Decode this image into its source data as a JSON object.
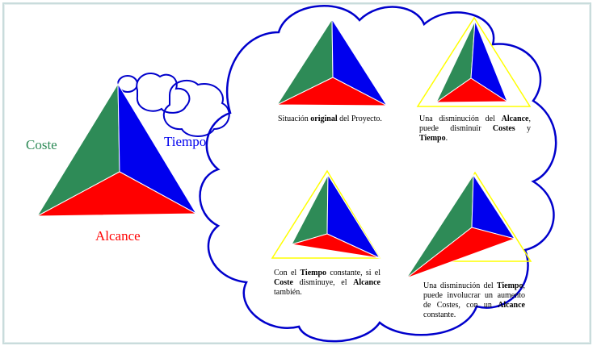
{
  "colors": {
    "cost": "#2e8b57",
    "time": "#0000ee",
    "scope": "#ff0000",
    "cloud": "#0000cc",
    "guide": "#ffff00",
    "frame": "#c9dcdc"
  },
  "main_labels": {
    "cost": "Coste",
    "time": "Tiempo",
    "scope": "Alcance"
  },
  "captions": {
    "original": {
      "parts": [
        {
          "text": "Situación ",
          "bold": false
        },
        {
          "text": "original",
          "bold": true
        },
        {
          "text": " del Proyecto.",
          "bold": false
        }
      ]
    },
    "scope_decrease": {
      "parts": [
        {
          "text": "Una disminución del ",
          "bold": false
        },
        {
          "text": "Alcance",
          "bold": true
        },
        {
          "text": ", puede disminuir ",
          "bold": false
        },
        {
          "text": "Costes",
          "bold": true
        },
        {
          "text": " y ",
          "bold": false
        },
        {
          "text": "Tiempo",
          "bold": true
        },
        {
          "text": ".",
          "bold": false
        }
      ]
    },
    "time_constant": {
      "parts": [
        {
          "text": "Con el ",
          "bold": false
        },
        {
          "text": "Tiempo",
          "bold": true
        },
        {
          "text": " constante, si el ",
          "bold": false
        },
        {
          "text": "Coste",
          "bold": true
        },
        {
          "text": " disminuye, el ",
          "bold": false
        },
        {
          "text": "Alcance",
          "bold": true
        },
        {
          "text": " también.",
          "bold": false
        }
      ]
    },
    "time_decrease": {
      "parts": [
        {
          "text": "Una disminución del ",
          "bold": false
        },
        {
          "text": "Tiempo",
          "bold": true
        },
        {
          "text": ", puede involucrar un aumento de Costes, con un ",
          "bold": false
        },
        {
          "text": "Alcance",
          "bold": true
        },
        {
          "text": " constante.",
          "bold": false
        }
      ]
    }
  }
}
